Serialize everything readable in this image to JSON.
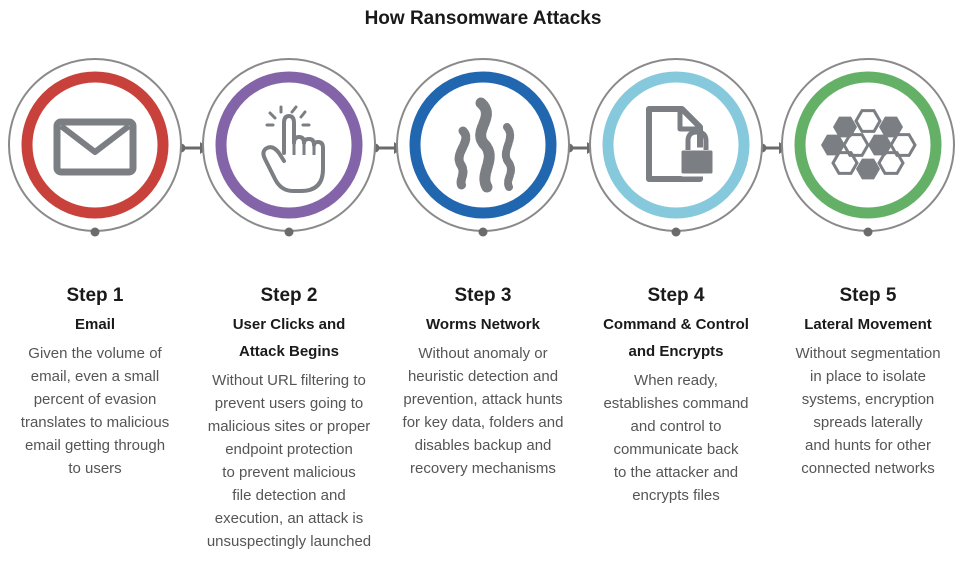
{
  "title": "How Ransomware Attacks",
  "colors": {
    "outline": "#8a8a8a",
    "connector": "#6b6b6b",
    "icon": "#7b7f84"
  },
  "steps": [
    {
      "number": "Step 1",
      "name_lines": [
        "Email"
      ],
      "desc_lines": [
        "Given the volume of",
        "email, even a small",
        "percent of evasion",
        "translates to malicious",
        "email getting through",
        "to users"
      ],
      "ring_color": "#c8423b",
      "icon": "envelope-icon"
    },
    {
      "number": "Step 2",
      "name_lines": [
        "User Clicks and",
        "Attack Begins"
      ],
      "desc_lines": [
        "Without URL filtering to",
        "prevent users going to",
        "malicious sites or proper",
        "endpoint protection",
        "to prevent malicious",
        "file detection and",
        "execution, an attack is",
        "unsuspectingly launched"
      ],
      "ring_color": "#8464a8",
      "icon": "pointer-hand-icon"
    },
    {
      "number": "Step 3",
      "name_lines": [
        "Worms Network"
      ],
      "desc_lines": [
        "Without anomaly or",
        "heuristic detection and",
        "prevention, attack hunts",
        "for key data, folders and",
        "disables backup and",
        "recovery mechanisms"
      ],
      "ring_color": "#2167b0",
      "icon": "worms-icon"
    },
    {
      "number": "Step 4",
      "name_lines": [
        "Command & Control",
        "and Encrypts"
      ],
      "desc_lines": [
        "When ready,",
        "establishes command",
        "and control to",
        "communicate back",
        "to the attacker and",
        "encrypts files"
      ],
      "ring_color": "#86c9dc",
      "icon": "locked-file-icon"
    },
    {
      "number": "Step 5",
      "name_lines": [
        "Lateral Movement"
      ],
      "desc_lines": [
        "Without segmentation",
        "in place to isolate",
        "systems, encryption",
        "spreads laterally",
        "and hunts for other",
        "connected networks"
      ],
      "ring_color": "#63b066",
      "icon": "hexagon-network-icon"
    }
  ]
}
